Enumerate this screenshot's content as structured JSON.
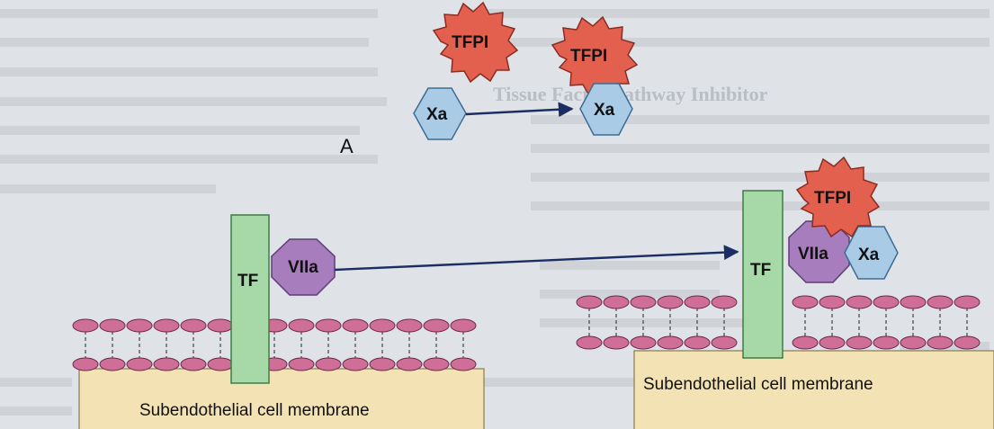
{
  "diagram": {
    "panel_letter": "A",
    "left_panel": {
      "inhibitor": "TFPI",
      "factor_xa": "Xa",
      "factor_viia": "VIIa",
      "tissue_factor": "TF",
      "membrane_label": "Subendothelial cell membrane"
    },
    "right_panel": {
      "inhibitor_with_xa": "TFPI",
      "factor_xa_bound": "Xa",
      "inhibitor_complex": "TFPI",
      "factor_viia": "VIIa",
      "factor_xa": "Xa",
      "tissue_factor": "TF",
      "membrane_label": "Subendothelial cell membrane"
    }
  },
  "background_text": {
    "heading": "Tissue Factor Pathway Inhibitor"
  },
  "colors": {
    "tfpi": "#e3604f",
    "xa": "#a9cbe6",
    "viia": "#a77dbd",
    "tf": "#a7d9a8",
    "membrane": "#f3e3b4",
    "head": "#cf6e96",
    "arrow": "#1a2e63"
  }
}
